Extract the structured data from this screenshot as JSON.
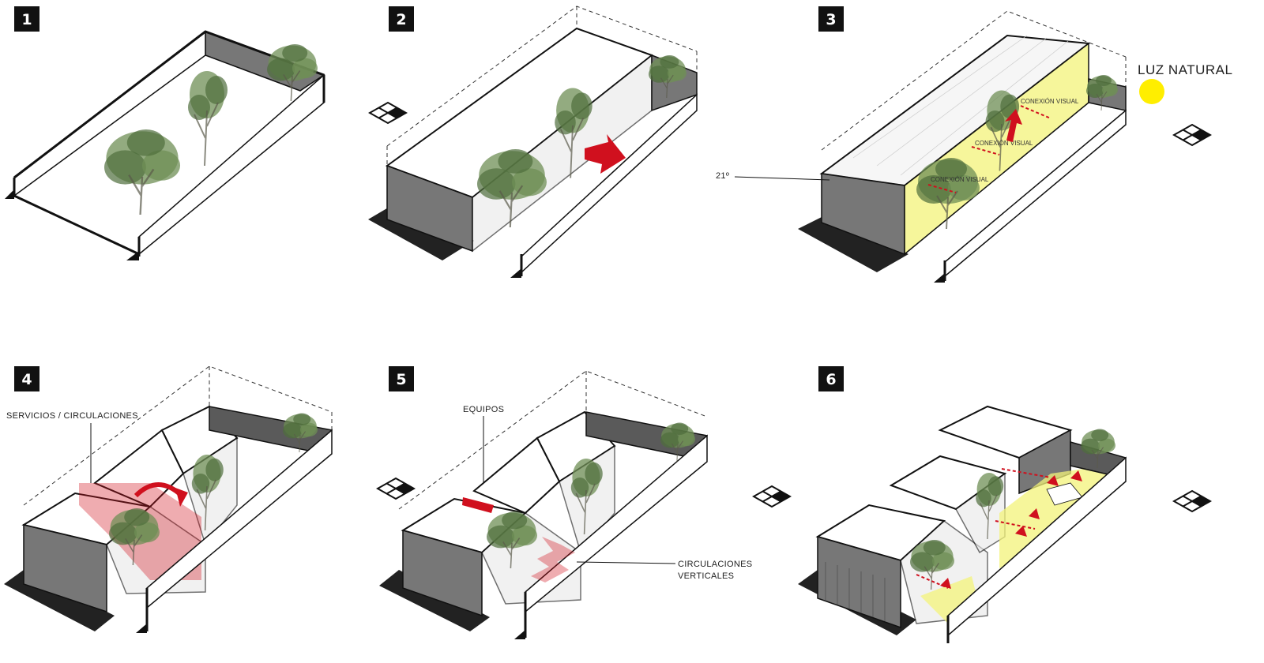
{
  "panels": [
    {
      "number": "1"
    },
    {
      "number": "2"
    },
    {
      "number": "3"
    },
    {
      "number": "4"
    },
    {
      "number": "5"
    },
    {
      "number": "6"
    }
  ],
  "labels": {
    "luz_natural": "LUZ NATURAL",
    "angle": "21º",
    "conexion_1": "CONEXIÓN VISUAL",
    "conexion_2": "CONEXIÓN VISUAL",
    "conexion_3": "CONEXIÓN VISUAL",
    "servicios": "SERVICIOS / CIRCULACIONES",
    "equipos": "EQUIPOS",
    "circulaciones_1": "CIRCULACIONES",
    "circulaciones_2": "VERTICALES"
  },
  "icons": {
    "north": "compass-grid-icon",
    "sun": "sun-icon",
    "arrow": "red-arrow-icon",
    "tree": "tree-icon"
  },
  "colors": {
    "accent_red": "#d0101e",
    "light_yellow": "#f3f37a",
    "sun_yellow": "#ffee00",
    "shadow": "#222222",
    "tree_green": "#6f8f55"
  }
}
